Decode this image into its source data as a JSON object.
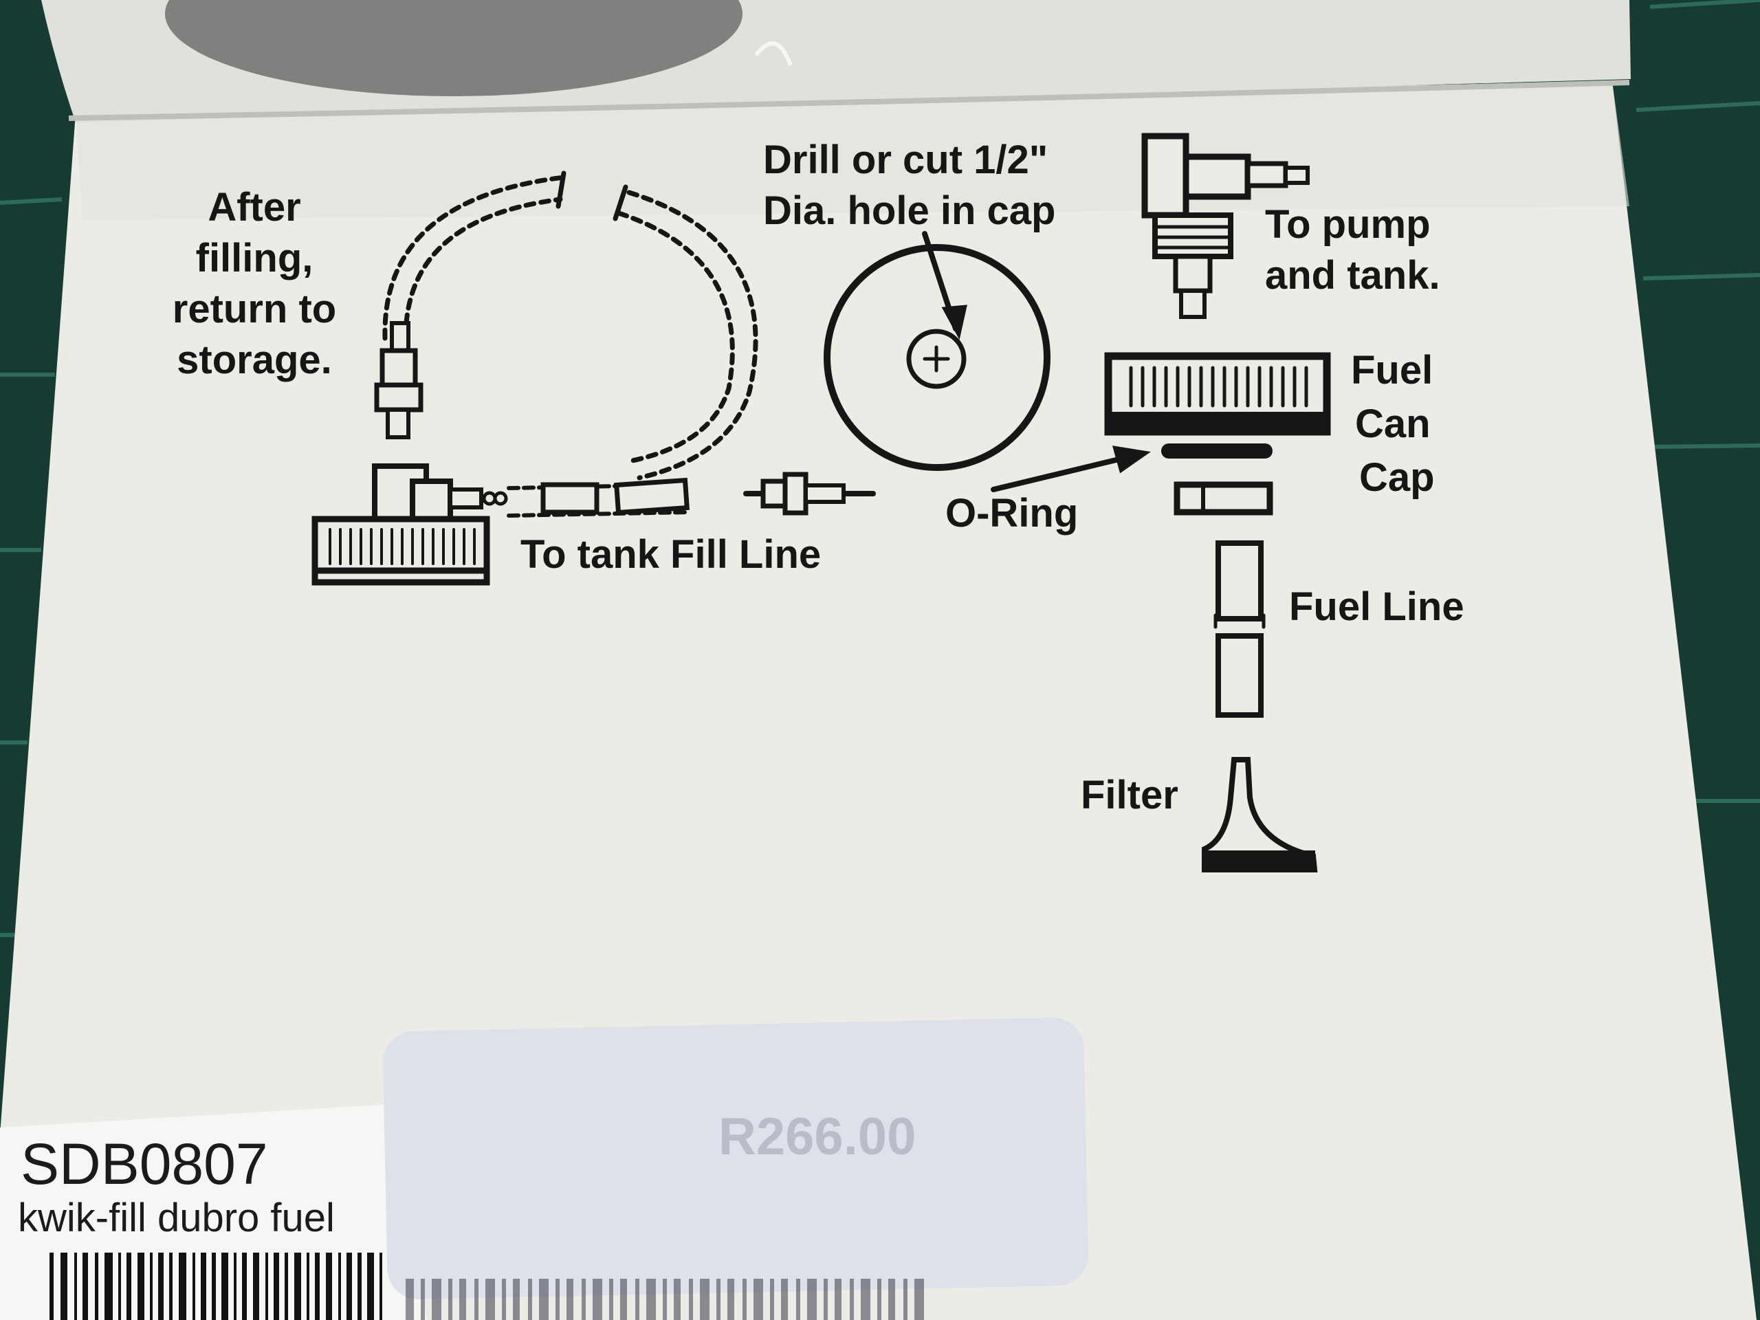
{
  "labels": {
    "after_filling": [
      "After",
      "filling,",
      "return to",
      "storage."
    ],
    "drill": [
      "Drill or cut 1/2\"",
      "Dia. hole in cap"
    ],
    "to_pump": [
      "To pump",
      "and tank."
    ],
    "fuel_can_cap": [
      "Fuel",
      "Can",
      "Cap"
    ],
    "o_ring": "O-Ring",
    "to_tank_fill_line": "To tank Fill Line",
    "fuel_line": "Fuel Line",
    "filter": "Filter"
  },
  "tag": {
    "sku": "SDB0807",
    "product": "kwik-fill dubro fuel"
  },
  "sticker": {
    "price": "R266.00"
  },
  "colors": {
    "background": "#173b33",
    "paper": "#ecebe6",
    "ink": "#161616",
    "sticker": "#dfe1ea"
  }
}
